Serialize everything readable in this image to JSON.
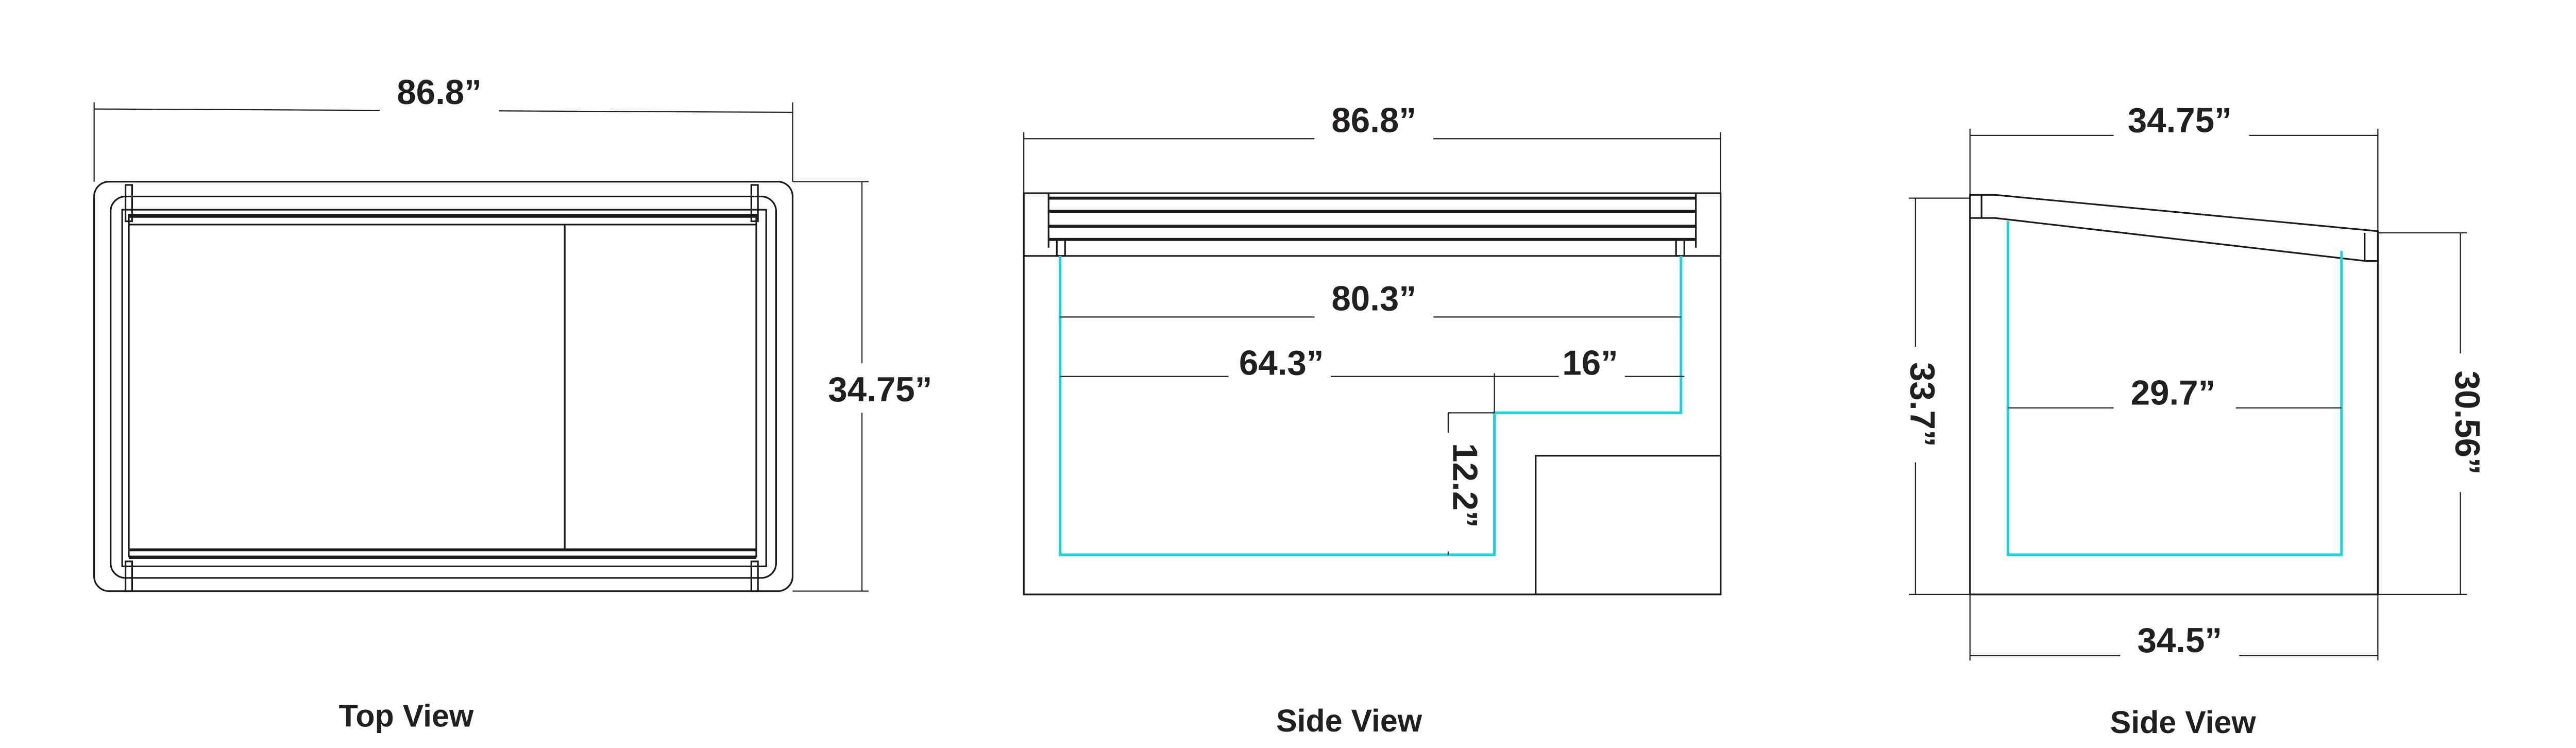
{
  "colors": {
    "line": "#1a1a1a",
    "interior_outline": "#19d3e0",
    "text": "#231f20"
  },
  "top_view": {
    "label": "Top View",
    "width_dimension": "86.8”",
    "depth_dimension": "34.75”"
  },
  "front_side_view": {
    "label": "Side View",
    "overall_width": "86.8”",
    "interior_width": "80.3”",
    "main_well_width": "64.3”",
    "step_width": "16”",
    "step_height": "12.2”"
  },
  "end_side_view": {
    "label": "Side View",
    "top_depth": "34.75”",
    "bottom_depth": "34.5”",
    "interior_depth": "29.7”",
    "back_height": "33.7”",
    "front_height": "30.56”"
  }
}
